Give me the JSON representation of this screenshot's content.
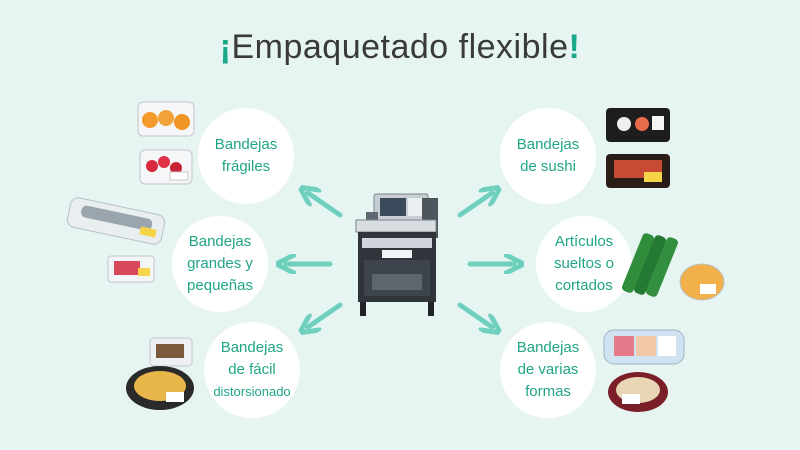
{
  "title": {
    "open_mark": "¡",
    "text": "Empaquetado flexible",
    "close_mark": "!"
  },
  "categories": [
    {
      "id": "fragile",
      "lines": [
        "Bandejas",
        "frágiles"
      ]
    },
    {
      "id": "sizes",
      "lines": [
        "Bandejas",
        "grandes y",
        "pequeñas"
      ]
    },
    {
      "id": "distort",
      "lines": [
        "Bandejas",
        "de fácil",
        "distorsionado"
      ]
    },
    {
      "id": "sushi",
      "lines": [
        "Bandejas",
        "de sushi"
      ]
    },
    {
      "id": "loose",
      "lines": [
        "Artículos",
        "sueltos o",
        "cortados"
      ]
    },
    {
      "id": "shapes",
      "lines": [
        "Bandejas",
        "de varias",
        "formas"
      ]
    }
  ],
  "colors": {
    "background": "#e6f5f1",
    "accent": "#1aa88b",
    "arrow": "#6fd0bd",
    "bubble": "#ffffff"
  },
  "icons": [
    "packaging-machine-image",
    "product-tray-image",
    "arrow-icon"
  ]
}
